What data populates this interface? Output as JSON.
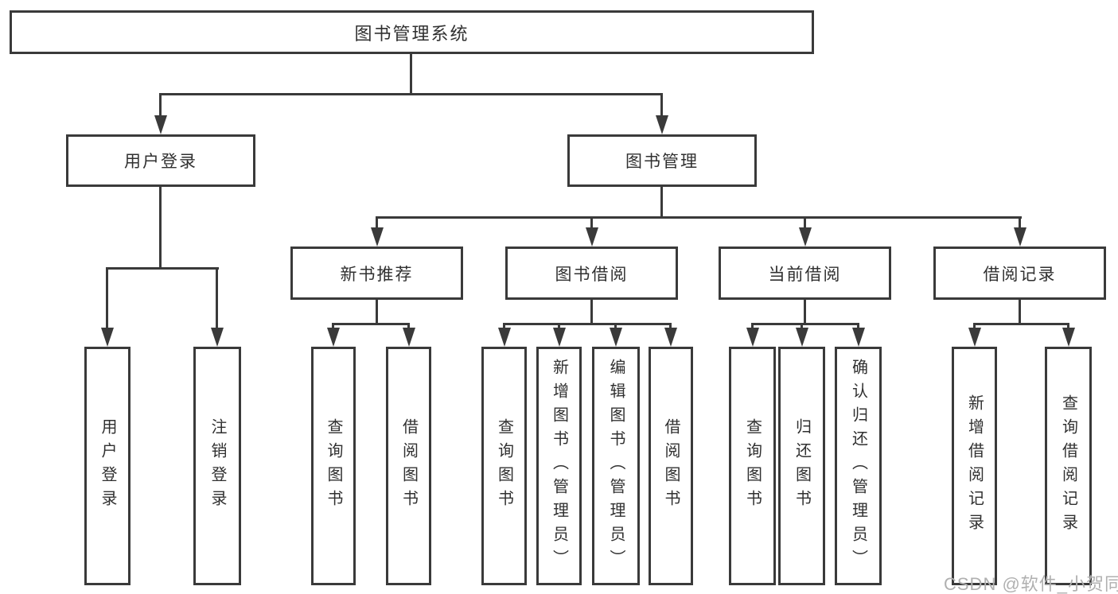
{
  "diagram": {
    "nodes": {
      "root": "图书管理系统",
      "user_login_branch": "用户登录",
      "book_mgmt": "图书管理",
      "new_book_rec": "新书推荐",
      "book_borrow": "图书借阅",
      "current_borrow": "当前借阅",
      "borrow_records": "借阅记录",
      "leaf_user_login": "用户登录",
      "leaf_logout": "注销登录",
      "leaf_rec_query": "查询图书",
      "leaf_rec_borrow": "借阅图书",
      "leaf_bb_query": "查询图书",
      "leaf_bb_add": "新增图书（管理员）",
      "leaf_bb_edit": "编辑图书（管理员）",
      "leaf_bb_borrow": "借阅图书",
      "leaf_cb_query": "查询图书",
      "leaf_cb_return": "归还图书",
      "leaf_cb_confirm": "确认归还（管理员）",
      "leaf_br_add": "新增借阅记录",
      "leaf_br_query": "查询借阅记录"
    },
    "hierarchy": {
      "图书管理系统": {
        "用户登录": [
          "用户登录",
          "注销登录"
        ],
        "图书管理": {
          "新书推荐": [
            "查询图书",
            "借阅图书"
          ],
          "图书借阅": [
            "查询图书",
            "新增图书（管理员）",
            "编辑图书（管理员）",
            "借阅图书"
          ],
          "当前借阅": [
            "查询图书",
            "归还图书",
            "确认归还（管理员）"
          ],
          "借阅记录": [
            "新增借阅记录",
            "查询借阅记录"
          ]
        }
      }
    },
    "colors": {
      "line": "#3a3a3a",
      "text": "#303030",
      "box_background": "#ffffff"
    }
  },
  "watermark": {
    "text": "CSDN @软件_小贺同学",
    "color": "#b0b0b0"
  }
}
